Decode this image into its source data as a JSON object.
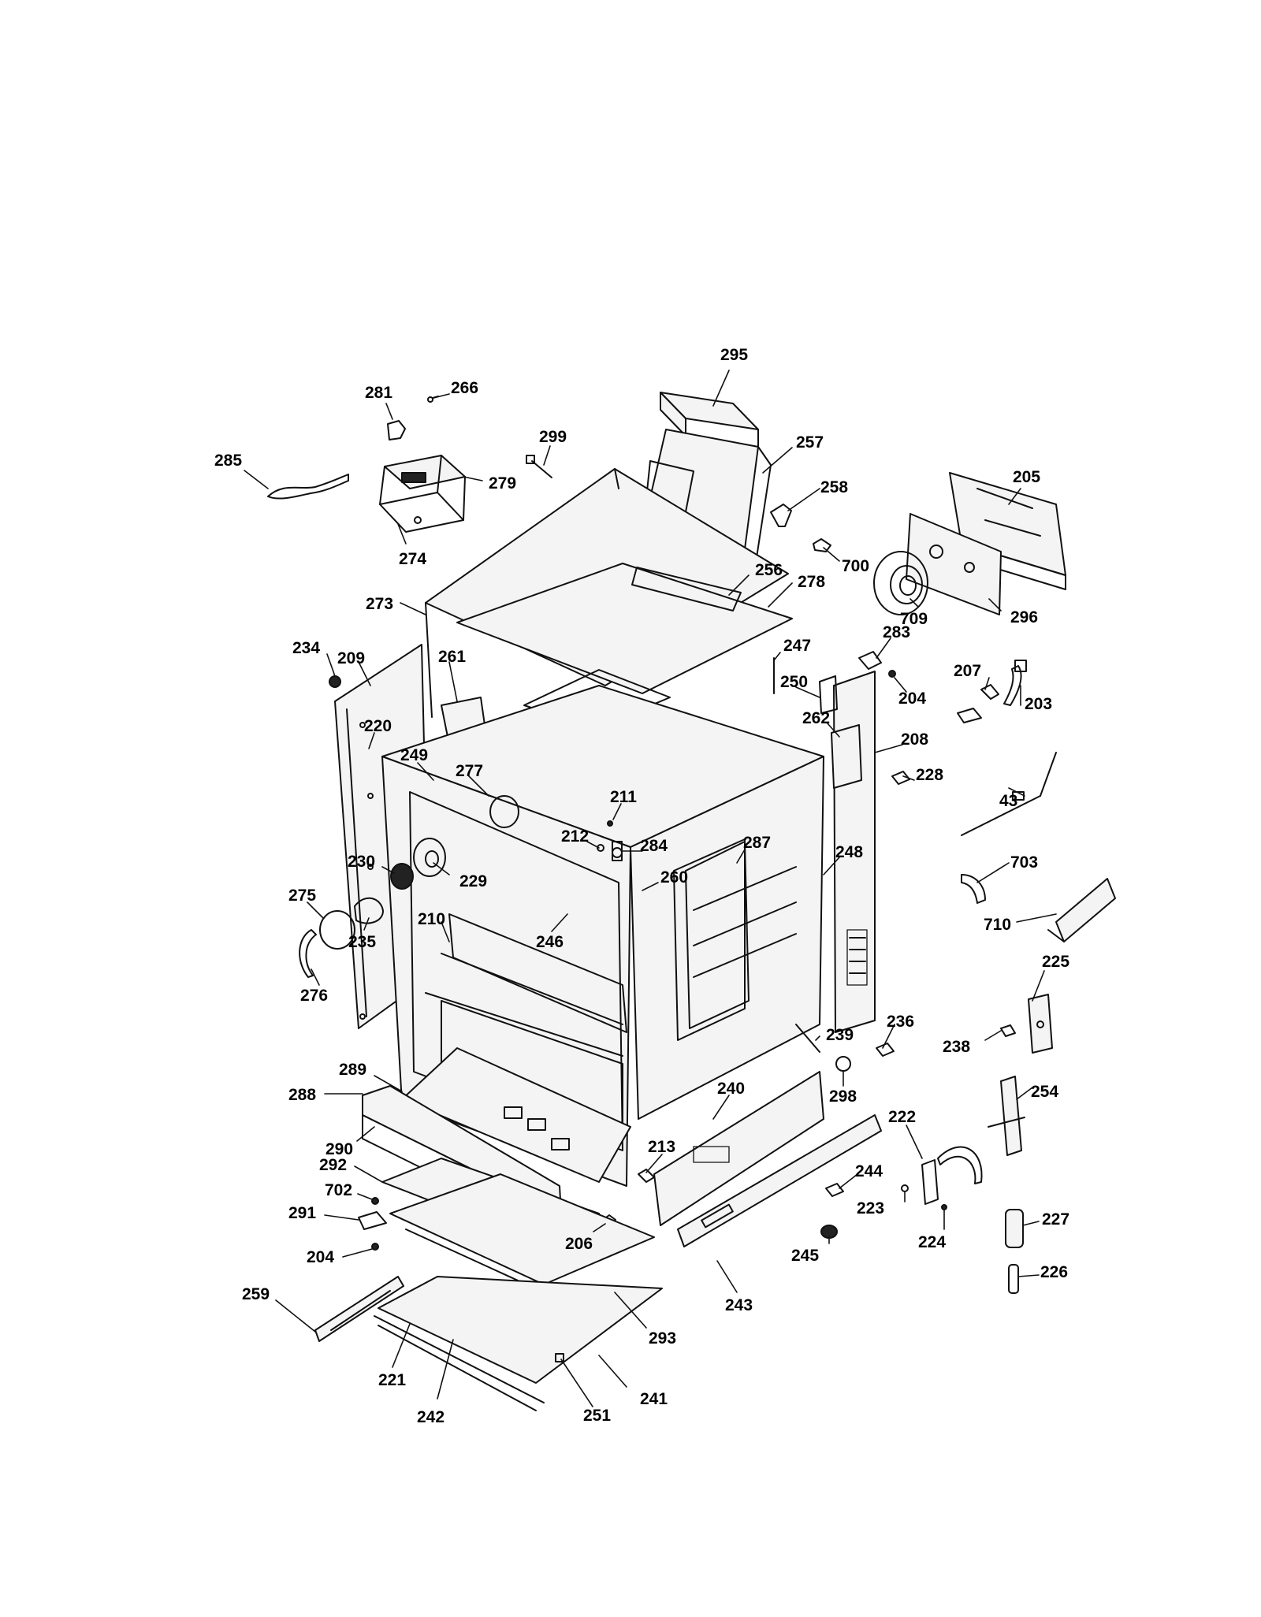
{
  "colors": {
    "ink": "#111111",
    "paper": "#ffffff"
  },
  "part_labels": [
    "295",
    "281",
    "266",
    "299",
    "257",
    "285",
    "279",
    "258",
    "205",
    "274",
    "700",
    "256",
    "278",
    "709",
    "296",
    "273",
    "234",
    "209",
    "261",
    "247",
    "283",
    "250",
    "207",
    "204",
    "203",
    "220",
    "262",
    "208",
    "249",
    "277",
    "228",
    "211",
    "43",
    "212",
    "284",
    "230",
    "287",
    "248",
    "229",
    "260",
    "275",
    "703",
    "210",
    "246",
    "235",
    "710",
    "276",
    "225",
    "236",
    "239",
    "238",
    "289",
    "298",
    "240",
    "254",
    "288",
    "222",
    "213",
    "244",
    "290",
    "223",
    "292",
    "702",
    "245",
    "224",
    "227",
    "291",
    "206",
    "204",
    "243",
    "226",
    "259",
    "293",
    "221",
    "241",
    "242",
    "251"
  ]
}
